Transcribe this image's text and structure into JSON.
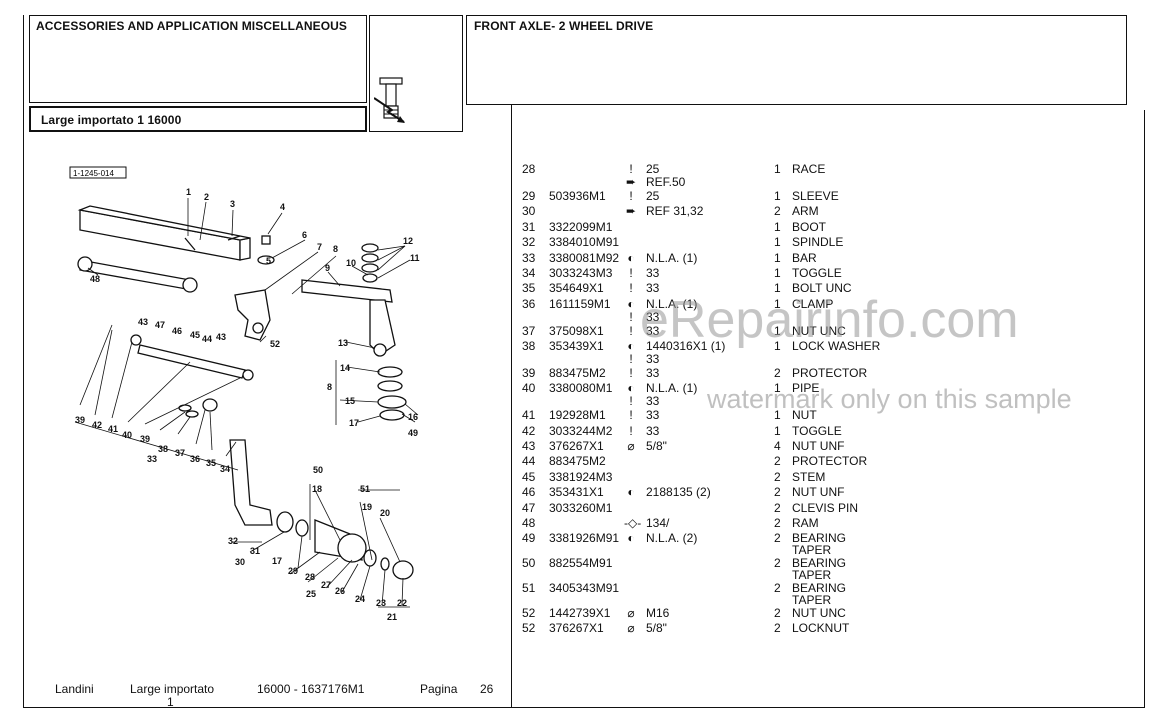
{
  "header": {
    "left_title": "ACCESSORIES AND APPLICATION MISCELLANEOUS",
    "right_title": "FRONT AXLE- 2 WHEEL DRIVE",
    "model_label": "Large importato 1 16000"
  },
  "diagram": {
    "ref_code": "1-1245-014",
    "callouts": [
      "1",
      "2",
      "3",
      "4",
      "5",
      "6",
      "7",
      "8",
      "9",
      "10",
      "11",
      "12",
      "13",
      "14",
      "8",
      "15",
      "16",
      "17",
      "49",
      "52",
      "43",
      "47",
      "46",
      "45",
      "44",
      "43",
      "48",
      "39",
      "42",
      "41",
      "40",
      "39",
      "38",
      "37",
      "36",
      "35",
      "34",
      "33",
      "50",
      "18",
      "51",
      "19",
      "20",
      "32",
      "31",
      "30",
      "17",
      "29",
      "28",
      "27",
      "26",
      "25",
      "24",
      "23",
      "22",
      "21"
    ]
  },
  "parts": [
    {
      "idx": "28",
      "pn": "",
      "mk": "!",
      "note": "25",
      "qty": "1",
      "desc": "RACE"
    },
    {
      "idx": "",
      "pn": "",
      "mk": "➨",
      "note": "REF.50",
      "qty": "",
      "desc": ""
    },
    {
      "idx": "29",
      "pn": "503936M1",
      "mk": "!",
      "note": "25",
      "qty": "1",
      "desc": "SLEEVE"
    },
    {
      "idx": "30",
      "pn": "",
      "mk": "➨",
      "note": "REF 31,32",
      "qty": "2",
      "desc": "ARM"
    },
    {
      "idx": "31",
      "pn": "3322099M1",
      "mk": "",
      "note": "",
      "qty": "1",
      "desc": "BOOT"
    },
    {
      "idx": "32",
      "pn": "3384010M91",
      "mk": "",
      "note": "",
      "qty": "1",
      "desc": "SPINDLE"
    },
    {
      "idx": "33",
      "pn": "3380081M92",
      "mk": "◐",
      "note": "N.L.A. (1)",
      "qty": "1",
      "desc": "BAR"
    },
    {
      "idx": "34",
      "pn": "3033243M3",
      "mk": "!",
      "note": "33",
      "qty": "1",
      "desc": "TOGGLE"
    },
    {
      "idx": "35",
      "pn": "354649X1",
      "mk": "!",
      "note": "33",
      "qty": "1",
      "desc": "BOLT UNC"
    },
    {
      "idx": "36",
      "pn": "1611159M1",
      "mk": "◐",
      "note": "N.L.A. (1)",
      "qty": "1",
      "desc": "CLAMP"
    },
    {
      "idx": "",
      "pn": "",
      "mk": "!",
      "note": "33",
      "qty": "",
      "desc": ""
    },
    {
      "idx": "37",
      "pn": "375098X1",
      "mk": "!",
      "note": "33",
      "qty": "1",
      "desc": "NUT UNC"
    },
    {
      "idx": "38",
      "pn": "353439X1",
      "mk": "◐",
      "note": "1440316X1 (1)",
      "qty": "1",
      "desc": "LOCK WASHER"
    },
    {
      "idx": "",
      "pn": "",
      "mk": "!",
      "note": "33",
      "qty": "",
      "desc": ""
    },
    {
      "idx": "39",
      "pn": "883475M2",
      "mk": "!",
      "note": "33",
      "qty": "2",
      "desc": "PROTECTOR"
    },
    {
      "idx": "40",
      "pn": "3380080M1",
      "mk": "◐",
      "note": "N.L.A. (1)",
      "qty": "1",
      "desc": "PIPE"
    },
    {
      "idx": "",
      "pn": "",
      "mk": "!",
      "note": "33",
      "qty": "",
      "desc": ""
    },
    {
      "idx": "41",
      "pn": "192928M1",
      "mk": "!",
      "note": "33",
      "qty": "1",
      "desc": "NUT"
    },
    {
      "idx": "42",
      "pn": "3033244M2",
      "mk": "!",
      "note": "33",
      "qty": "1",
      "desc": "TOGGLE"
    },
    {
      "idx": "43",
      "pn": "376267X1",
      "mk": "⌀",
      "note": "5/8\"",
      "qty": "4",
      "desc": "NUT UNF"
    },
    {
      "idx": "44",
      "pn": "883475M2",
      "mk": "",
      "note": "",
      "qty": "2",
      "desc": "PROTECTOR"
    },
    {
      "idx": "45",
      "pn": "3381924M3",
      "mk": "",
      "note": "",
      "qty": "2",
      "desc": "STEM"
    },
    {
      "idx": "46",
      "pn": "353431X1",
      "mk": "◐",
      "note": "2188135 (2)",
      "qty": "2",
      "desc": "NUT UNF"
    },
    {
      "idx": "47",
      "pn": "3033260M1",
      "mk": "",
      "note": "",
      "qty": "2",
      "desc": "CLEVIS PIN"
    },
    {
      "idx": "48",
      "pn": "",
      "mk": "-◇-",
      "note": "134/",
      "qty": "2",
      "desc": "RAM"
    },
    {
      "idx": "49",
      "pn": "3381926M91",
      "mk": "◐",
      "note": "N.L.A. (2)",
      "qty": "2",
      "desc": "BEARING"
    },
    {
      "idx": "",
      "pn": "",
      "mk": "",
      "note": "",
      "qty": "",
      "desc": "TAPER"
    },
    {
      "idx": "50",
      "pn": "882554M91",
      "mk": "",
      "note": "",
      "qty": "2",
      "desc": "BEARING"
    },
    {
      "idx": "",
      "pn": "",
      "mk": "",
      "note": "",
      "qty": "",
      "desc": "TAPER"
    },
    {
      "idx": "51",
      "pn": "3405343M91",
      "mk": "",
      "note": "",
      "qty": "2",
      "desc": "BEARING"
    },
    {
      "idx": "",
      "pn": "",
      "mk": "",
      "note": "",
      "qty": "",
      "desc": "TAPER"
    },
    {
      "idx": "52",
      "pn": "1442739X1",
      "mk": "⌀",
      "note": "M16",
      "qty": "2",
      "desc": "NUT UNC"
    },
    {
      "idx": "52",
      "pn": "376267X1",
      "mk": "⌀",
      "note": "5/8\"",
      "qty": "2",
      "desc": "LOCKNUT"
    }
  ],
  "watermark": {
    "site": "eRepairinfo.com",
    "notice": "watermark only on this sample"
  },
  "footer": {
    "brand": "Landini",
    "model": "Large importato",
    "model_sub": "1",
    "code": "16000 - 1637176M1",
    "page_label": "Pagina",
    "page_number": "26"
  }
}
